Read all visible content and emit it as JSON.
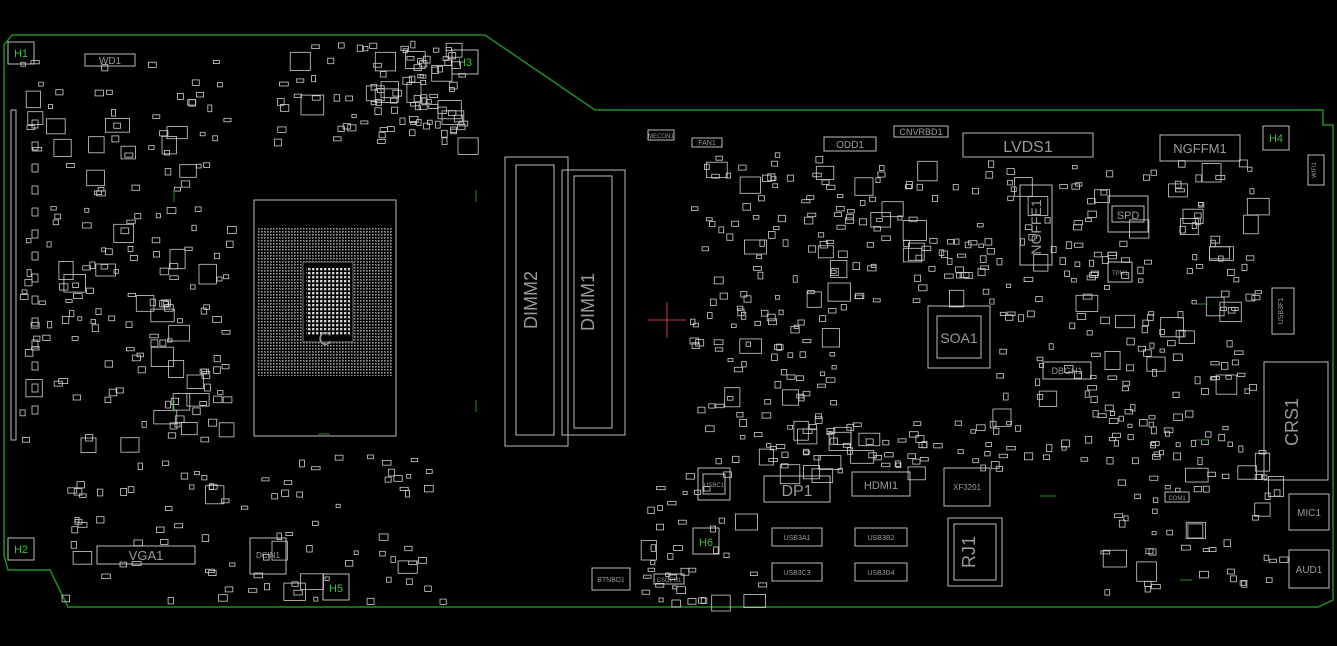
{
  "colors": {
    "background": "#000000",
    "outline": "#1f8f1f",
    "silkscreen": "#bdbdbd",
    "text": "#9a9a9a",
    "hole_label": "#3fbf3f",
    "origin_cross": "#c04040"
  },
  "holes": [
    "H1",
    "H2",
    "H3",
    "H4",
    "H5",
    "H6"
  ],
  "components": {
    "wd": "WD1",
    "cpu": "C",
    "dimm2": "DIMM2",
    "dimm1": "DIMM1",
    "odd": "ODD1",
    "cnvrbd": "CNVRBD1",
    "lvds": "LVDS1",
    "ngffm": "NGFFM1",
    "ngffe": "NGFFE1",
    "spd": "SPD",
    "soa": "SOA1",
    "dbgh": "DBGH1",
    "crs": "CRS1",
    "dp": "DP1",
    "hdmi": "HDMI1",
    "xf": "XF3201",
    "rj": "RJ1",
    "vga": "VGA1",
    "dcin": "DCIN1",
    "mic": "MIC1",
    "aud": "AUD1",
    "btnbd": "BTNBD1",
    "usb3a": "USB3A1",
    "usb3b": "USB3B2",
    "usb3c": "USB3C3",
    "usb3d": "USB3D4",
    "fan": "FAN1",
    "mecon": "MECON1",
    "com": "COM1",
    "csgpn": "CSGPN1",
    "usbc": "USBC1",
    "tpm": "TPM1",
    "usb3f": "USB3F1",
    "wifi": "WIFI1"
  }
}
